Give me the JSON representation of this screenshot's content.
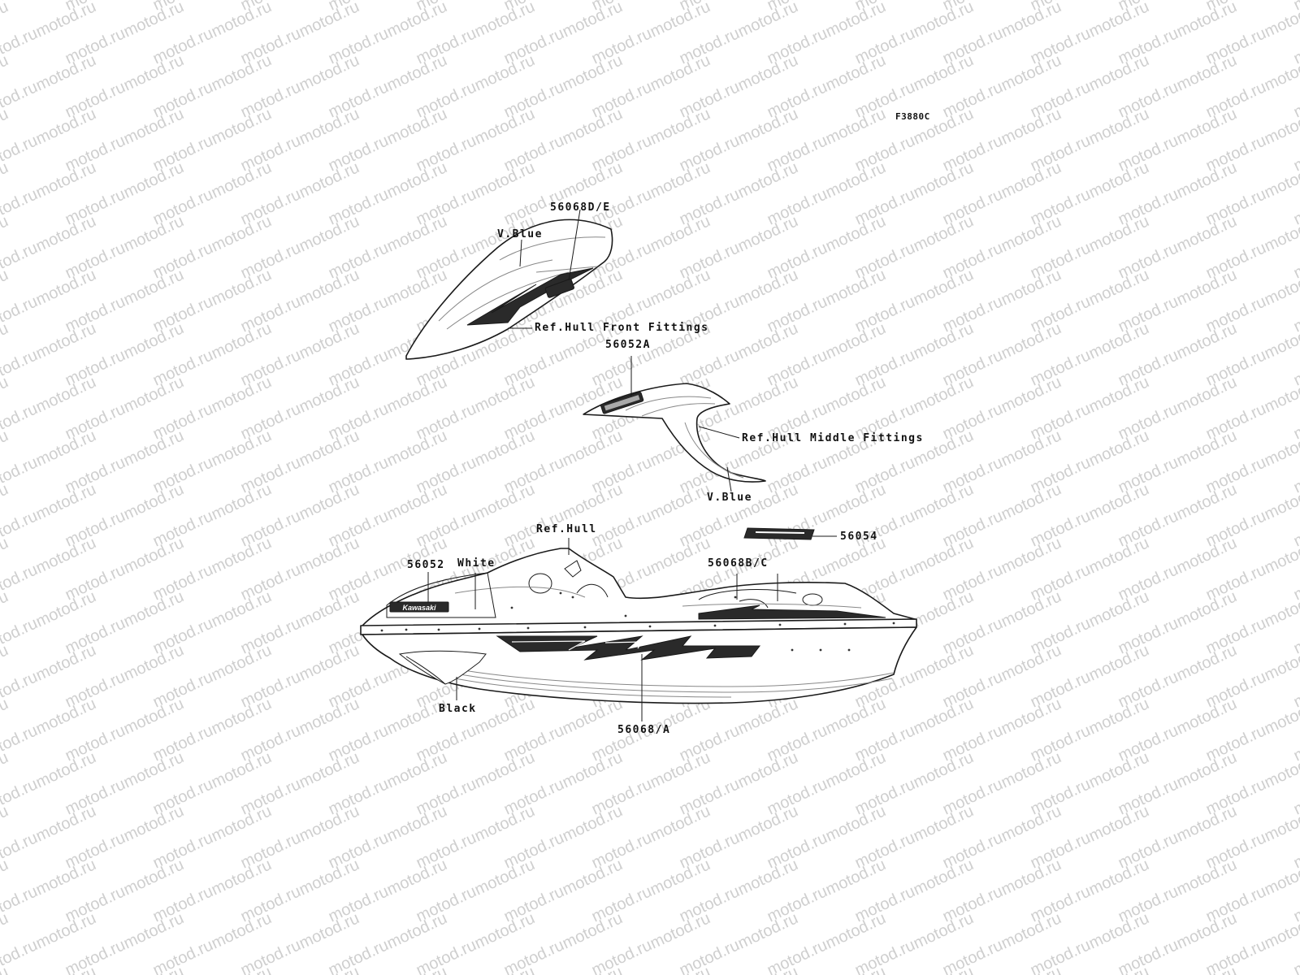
{
  "figure_code": "F3880C",
  "watermark_text": "motod.ru",
  "labels": {
    "front_part_no": "56068D/E",
    "front_color": "V.Blue",
    "front_ref": "Ref.Hull Front Fittings",
    "middle_part_no": "56052A",
    "middle_ref": "Ref.Hull Middle Fittings",
    "middle_color": "V.Blue",
    "hull_ref": "Ref.Hull",
    "hull_part_no_right": "56054",
    "hull_part_no_left": "56052",
    "hull_color_white": "White",
    "hull_part_no_bc": "56068B/C",
    "hull_color_black": "Black",
    "hull_part_no_a": "56068/A"
  },
  "decal_texts": {
    "hull_logo": "Kawasaki"
  },
  "colors": {
    "line": "#1a1a1a",
    "watermark": "#cfcfcf"
  }
}
